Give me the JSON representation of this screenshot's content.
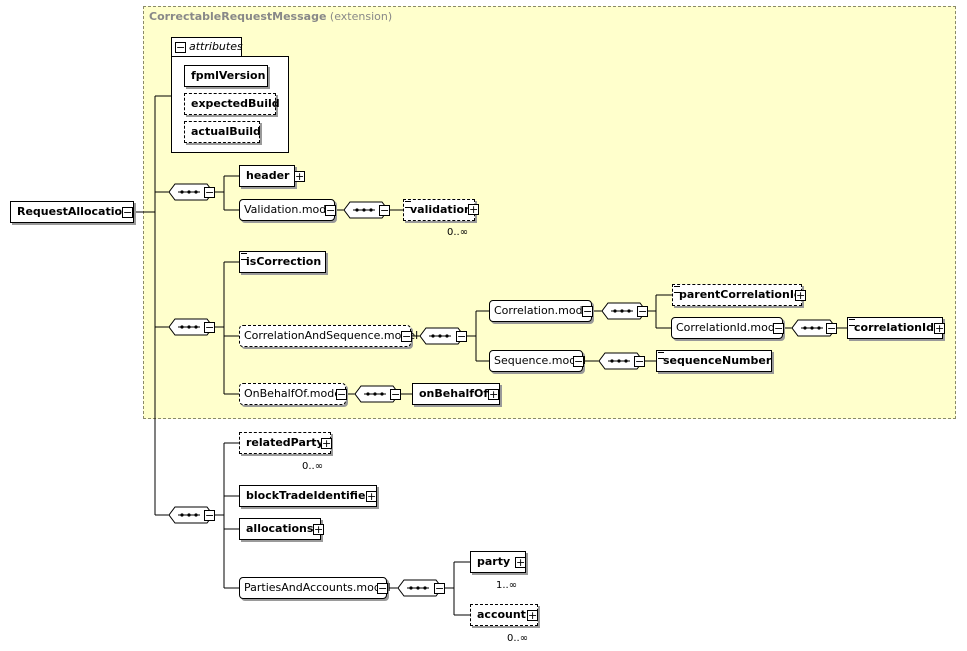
{
  "extension_box": {
    "name": "CorrectableRequestMessage",
    "qualifier": "(extension)"
  },
  "attributes_group": {
    "label": "attributes",
    "items": [
      "fpmlVersion",
      "expectedBuild",
      "actualBuild"
    ]
  },
  "root": {
    "label": "RequestAllocation"
  },
  "nodes": {
    "header": "header",
    "validation_model": "Validation.model",
    "validation": "validation",
    "validation_occurs": "0..∞",
    "is_correction": "isCorrection",
    "correlation_and_sequence_model": "CorrelationAndSequence.model",
    "correlation_model": "Correlation.model",
    "parent_correlation_id": "parentCorrelationId",
    "correlation_id_model": "CorrelationId.model",
    "correlation_id": "correlationId",
    "sequence_model": "Sequence.model",
    "sequence_number": "sequenceNumber",
    "on_behalf_of_model": "OnBehalfOf.model",
    "on_behalf_of": "onBehalfOf",
    "related_party": "relatedParty",
    "related_party_occurs": "0..∞",
    "block_trade_identifier": "blockTradeIdentifier",
    "allocations": "allocations",
    "parties_and_accounts_model": "PartiesAndAccounts.model",
    "party": "party",
    "party_occurs": "1..∞",
    "account": "account",
    "account_occurs": "0..∞"
  },
  "symbols": {
    "expand": "+",
    "collapse": "−"
  }
}
